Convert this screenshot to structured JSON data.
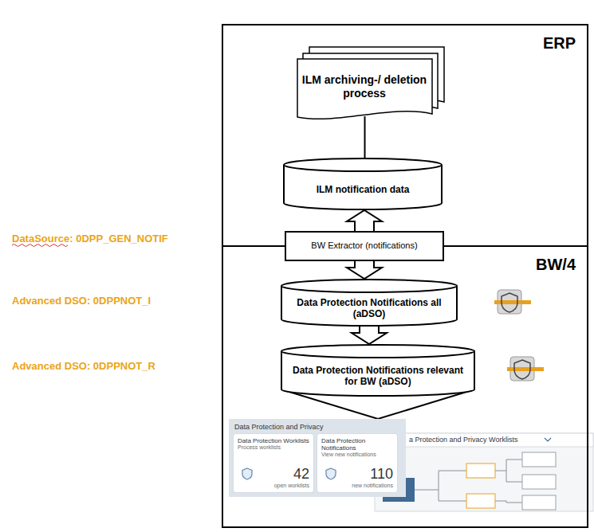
{
  "diagram": {
    "nodes": [
      {
        "text": [
          "ERP"
        ]
      },
      {
        "text": [
          "ILM archiving-/ deletion process"
        ],
        "in": 0
      },
      {
        "text": [
          "ILM notification data"
        ],
        "in": 0
      },
      {
        "text": [
          "BW Extractor (notifications)"
        ]
      },
      {
        "text": [
          "BW/4"
        ]
      },
      {
        "text": [
          "Data Protection Notifications all (aDSO)"
        ],
        "in": 4
      },
      {
        "text": [
          "Data Protection Notifications relevant for BW (aDSO)"
        ],
        "in": 4
      },
      {
        "text": [
          "Data Protection and Privacy"
        ],
        "in": 4
      },
      {
        "text": [
          "Data Protection Worklists",
          "Process worklists",
          "42",
          "open worklists"
        ],
        "in": 7
      },
      {
        "text": [
          "Data Protection Notifications",
          "View new notifications",
          "110",
          "new notifications"
        ],
        "in": 7
      }
    ],
    "edges": [
      {
        "from": 1,
        "to": 2,
        "arrow": "none"
      },
      {
        "from": 3,
        "to": 2,
        "arrow": "to"
      },
      {
        "from": 3,
        "to": 5,
        "arrow": "to"
      },
      {
        "from": 5,
        "to": 6,
        "arrow": "to"
      },
      {
        "from": 6,
        "to": 7,
        "arrow": "none"
      }
    ],
    "labels": [
      "DataSource: 0DPP_GEN_NOTIF",
      "Advanced DSO: 0DPPNOT_I",
      "Advanced DSO: 0DPPNOT_R",
      "a Protection and Privacy Worklists"
    ]
  }
}
